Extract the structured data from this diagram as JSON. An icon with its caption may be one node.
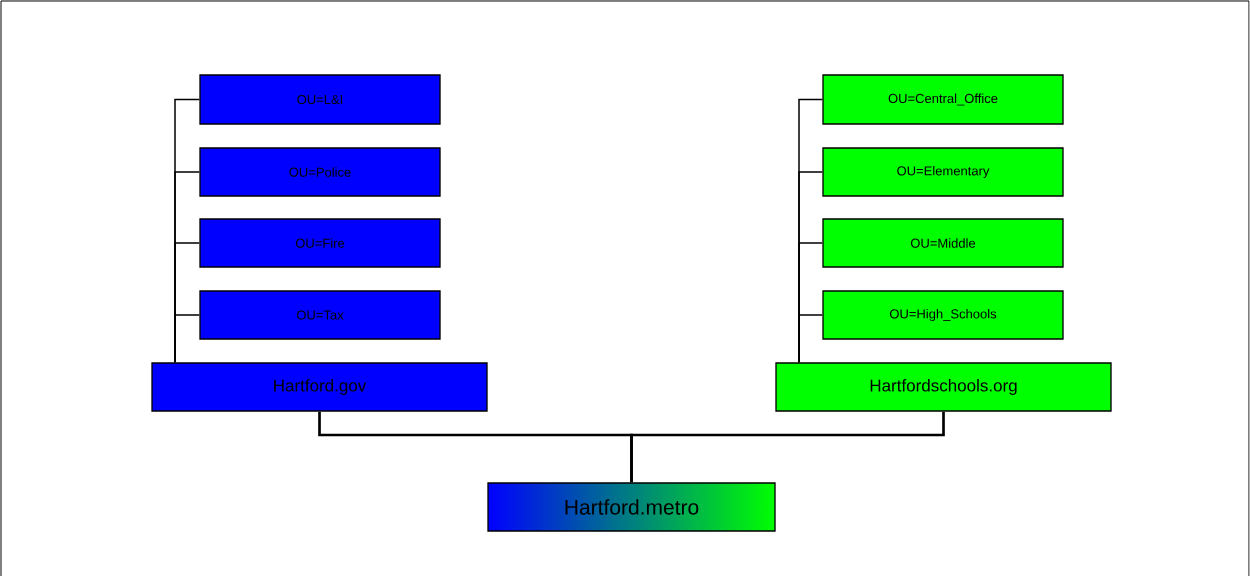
{
  "diagram": {
    "nodes": [
      {
        "text": [
          "OU=L&I"
        ]
      },
      {
        "text": [
          "OU=Police"
        ]
      },
      {
        "text": [
          "OU=Fire"
        ]
      },
      {
        "text": [
          "OU=Tax"
        ]
      },
      {
        "text": [
          "OU=Central_Office"
        ]
      },
      {
        "text": [
          "OU=Elementary"
        ]
      },
      {
        "text": [
          "OU=Middle"
        ]
      },
      {
        "text": [
          "OU=High_Schools"
        ]
      },
      {
        "text": [
          "Hartford.gov"
        ]
      },
      {
        "text": [
          "Hartfordschools.org"
        ]
      },
      {
        "text": [
          "Hartford.metro"
        ]
      }
    ],
    "edges": [
      {
        "from": 10,
        "to": 8,
        "arrow": "none"
      },
      {
        "from": 10,
        "to": 9,
        "arrow": "none"
      },
      {
        "from": 8,
        "to": 0,
        "arrow": "none"
      },
      {
        "from": 8,
        "to": 1,
        "arrow": "none"
      },
      {
        "from": 8,
        "to": 2,
        "arrow": "none"
      },
      {
        "from": 8,
        "to": 3,
        "arrow": "none"
      },
      {
        "from": 9,
        "to": 4,
        "arrow": "none"
      },
      {
        "from": 9,
        "to": 5,
        "arrow": "none"
      },
      {
        "from": 9,
        "to": 6,
        "arrow": "none"
      },
      {
        "from": 9,
        "to": 7,
        "arrow": "none"
      }
    ]
  }
}
